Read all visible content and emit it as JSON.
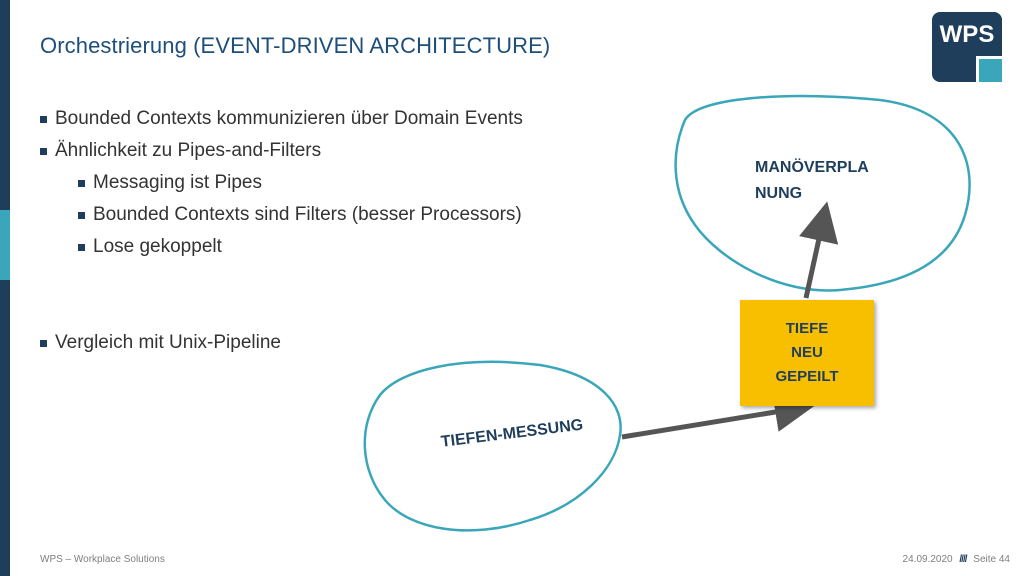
{
  "slide": {
    "title": "Orchestrierung (EVENT-DRIVEN ARCHITECTURE)",
    "bullets": [
      {
        "text": "Bounded Contexts kommunizieren über Domain Events",
        "level": 1
      },
      {
        "text": "Ähnlichkeit zu Pipes-and-Filters",
        "level": 1
      },
      {
        "text": "Messaging ist Pipes",
        "level": 2
      },
      {
        "text": "Bounded Contexts sind Filters (besser Processors)",
        "level": 2
      },
      {
        "text": "Lose gekoppelt",
        "level": 2
      },
      {
        "text": "Vergleich mit Unix-Pipeline",
        "level": 1
      }
    ]
  },
  "diagram": {
    "manoeverplanung_line1": "MANÖVERPLA",
    "manoeverplanung_line2": "NUNG",
    "tiefen_messung": "TIEFEN-MESSUNG",
    "box_line1": "TIEFE",
    "box_line2": "NEU",
    "box_line3": "GEPEILT"
  },
  "logo": {
    "text": "WPS",
    "color": "#1f3e5c",
    "accent": "#3aa6b9"
  },
  "footer": {
    "company": "WPS – Workplace Solutions",
    "date": "24.09.2020",
    "separator": "////",
    "page": "Seite 44"
  },
  "colors": {
    "navy": "#1f3e5c",
    "teal": "#3aa6b9",
    "yellow": "#f8bf00",
    "arrow": "#555555"
  }
}
